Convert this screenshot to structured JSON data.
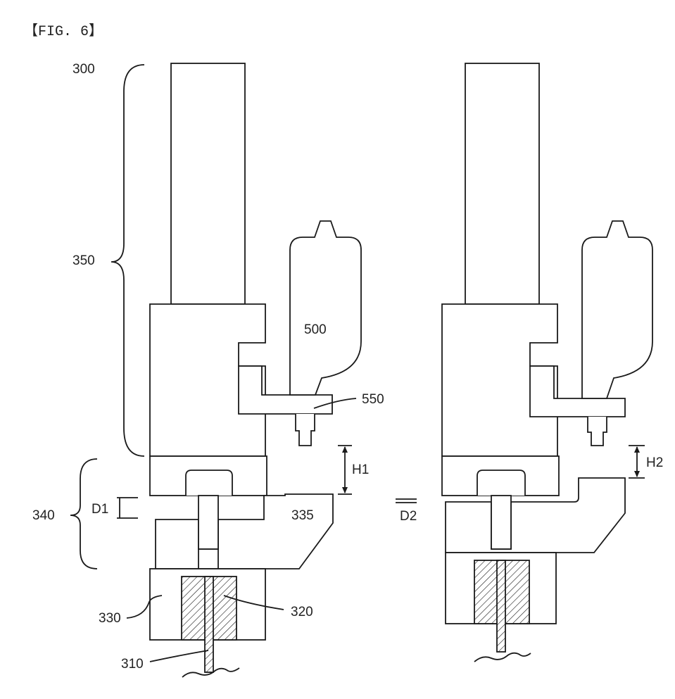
{
  "figure": {
    "caption": "【FIG. 6】"
  },
  "labels": {
    "l300": "300",
    "l350": "350",
    "l500": "500",
    "l550": "550",
    "l340": "340",
    "lD1": "D1",
    "lH1": "H1",
    "l335": "335",
    "l330": "330",
    "l320": "320",
    "l310": "310",
    "lH2": "H2",
    "lD2": "D2"
  }
}
